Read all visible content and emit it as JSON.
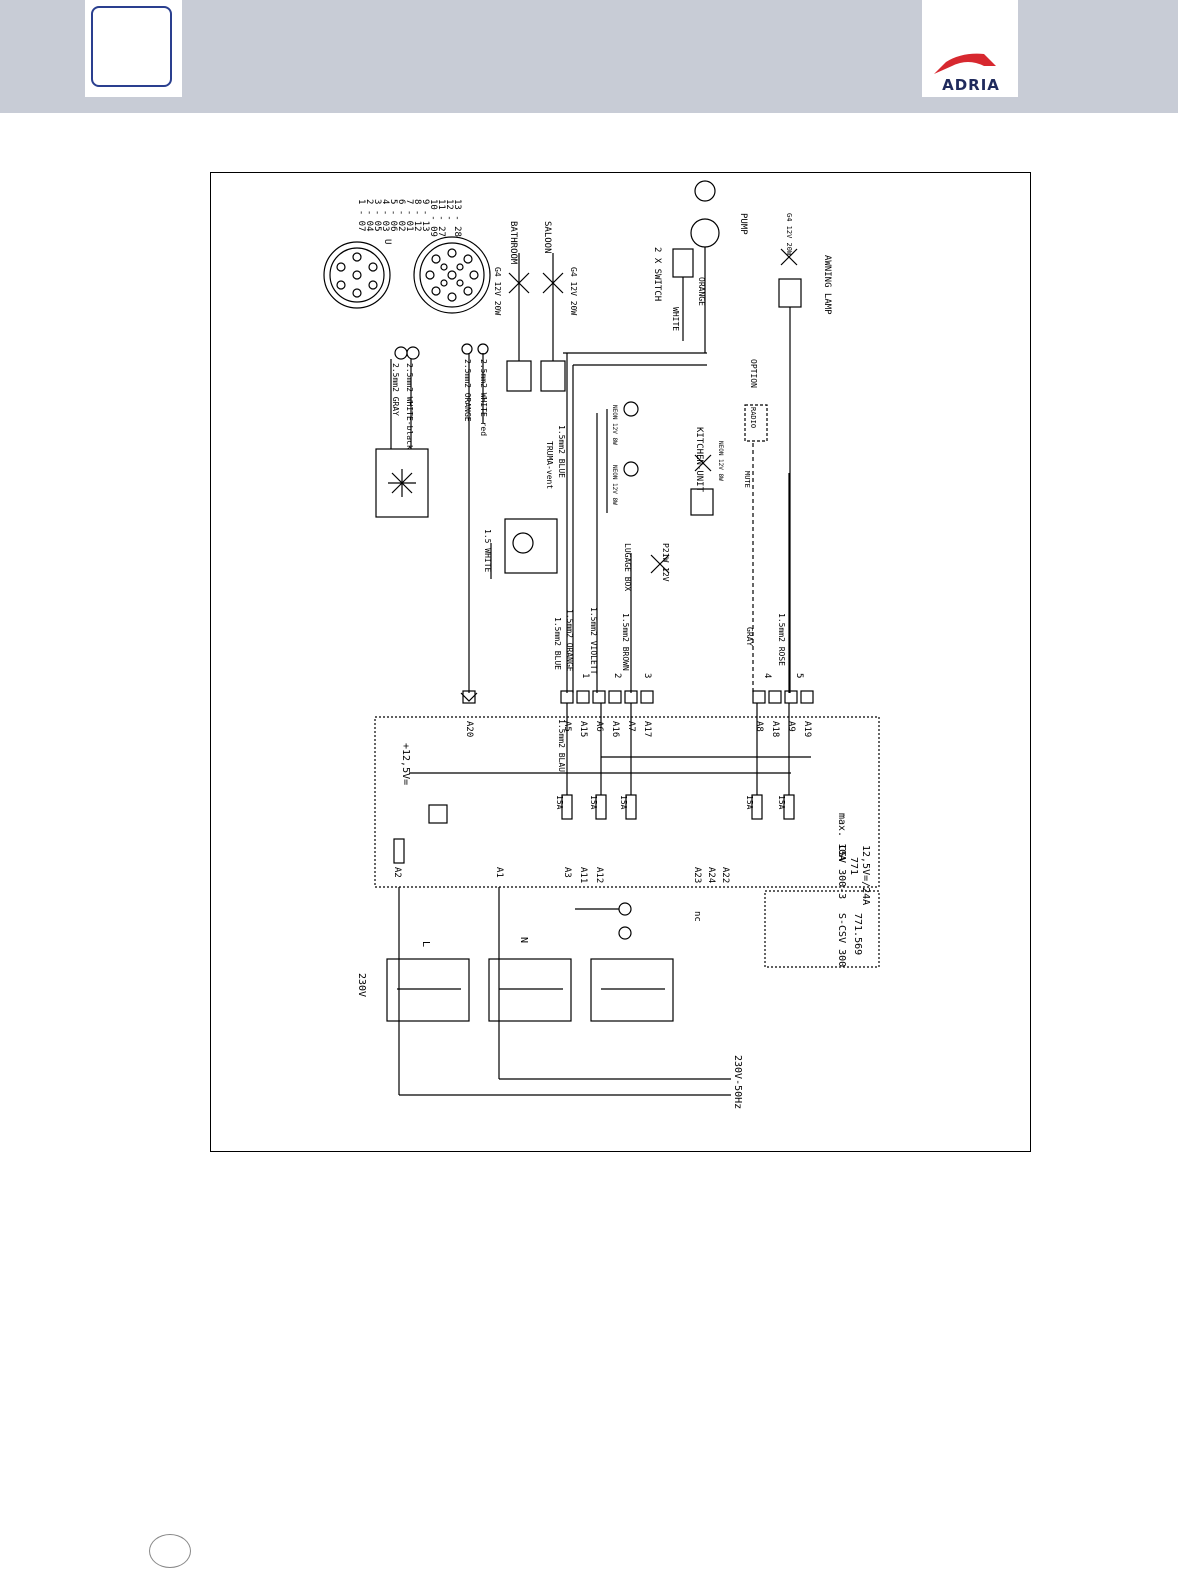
{
  "brand": {
    "logo_text": "ADRIA",
    "logo_red": "#d7282f",
    "logo_blue": "#1f2a5c",
    "header_bg": "#c8ccd6",
    "chapter_border": "#2a3f8f"
  },
  "plug": {
    "pin_list": [
      "1 - 07",
      "2 - 04",
      "3 - 05",
      "4 - 03",
      "5 - 06",
      "6 - 02",
      "7 - 01",
      "8 - 12",
      "9 - 13",
      "10 - 09",
      "11 - 27",
      "12 -",
      "13 - 28"
    ],
    "label_u": "U"
  },
  "wires": {
    "gray_wire": "2.5mm2 GRAY",
    "white_black_wire": "2.5mm2 WHITE-black",
    "orange_wire": "2.5mm2 ORANGE",
    "white_red_wire": "2.5mm2 WHITE-red",
    "white_wire": "1.5 WHITE",
    "blue_wire_top": "1.5mm2 BLUE",
    "blue_wire": "1.5mm2 BLUE",
    "orange_wire_2": "1.5mm2 ORANGE",
    "violett_wire": "1.5mm2 VIOLETT",
    "brown_wire": "1.5mm2 BROWN",
    "gray_wire_2": "GRAY",
    "rose_wire": "1.5mm2 ROSE",
    "blau_wire": "1.5mm2 BLAU"
  },
  "loads": {
    "bathroom": "BATHROOM",
    "saloon": "SALOON",
    "lamp_bathroom": "G4 12V 20W",
    "lamp_saloon": "G4 12V 20W",
    "pump": "PUMP",
    "pump_switch": "2 X SWITCH",
    "pump_white": "WHITE",
    "pump_orange": "ORANGE",
    "awning_lamp": "AWNING LAMP",
    "awning_lamp_spec": "G4 12V 20W",
    "truma": "TRUMA-vent",
    "neon_1": "NEON 12V 8W",
    "neon_2": "NEON 12V 8W",
    "neon_3": "NEON 12V 8W",
    "kitchen_unit": "KITCHEN-UNIT",
    "radio": "RADIO",
    "mute": "MUTE",
    "option": "OPTION",
    "lugage_box": "LUGAGE BOX",
    "lugage_lamp": "P21W 12V"
  },
  "unit": {
    "supply": "+12,5V=",
    "model": "CSV 300-3",
    "code": "771",
    "rating": "12,5V=/24A",
    "max": "max. 10A",
    "sub_model": "S-CSV 300",
    "sub_code": "771.569",
    "nc": "nc",
    "terminals": [
      "A20",
      "A5",
      "A15",
      "A6",
      "A16",
      "A7",
      "A17",
      "A8",
      "A18",
      "A9",
      "A19",
      "A2",
      "A1",
      "A3",
      "A11",
      "A12",
      "A23",
      "A24",
      "A22"
    ],
    "fuses": [
      "15A",
      "15A",
      "15A",
      "15A",
      "15A"
    ],
    "circuit_numbers": [
      "1",
      "2",
      "3",
      "4",
      "5"
    ]
  },
  "mains": {
    "label": "230V",
    "phase": "L",
    "neutral": "N",
    "supply_label": "230V-50Hz"
  }
}
